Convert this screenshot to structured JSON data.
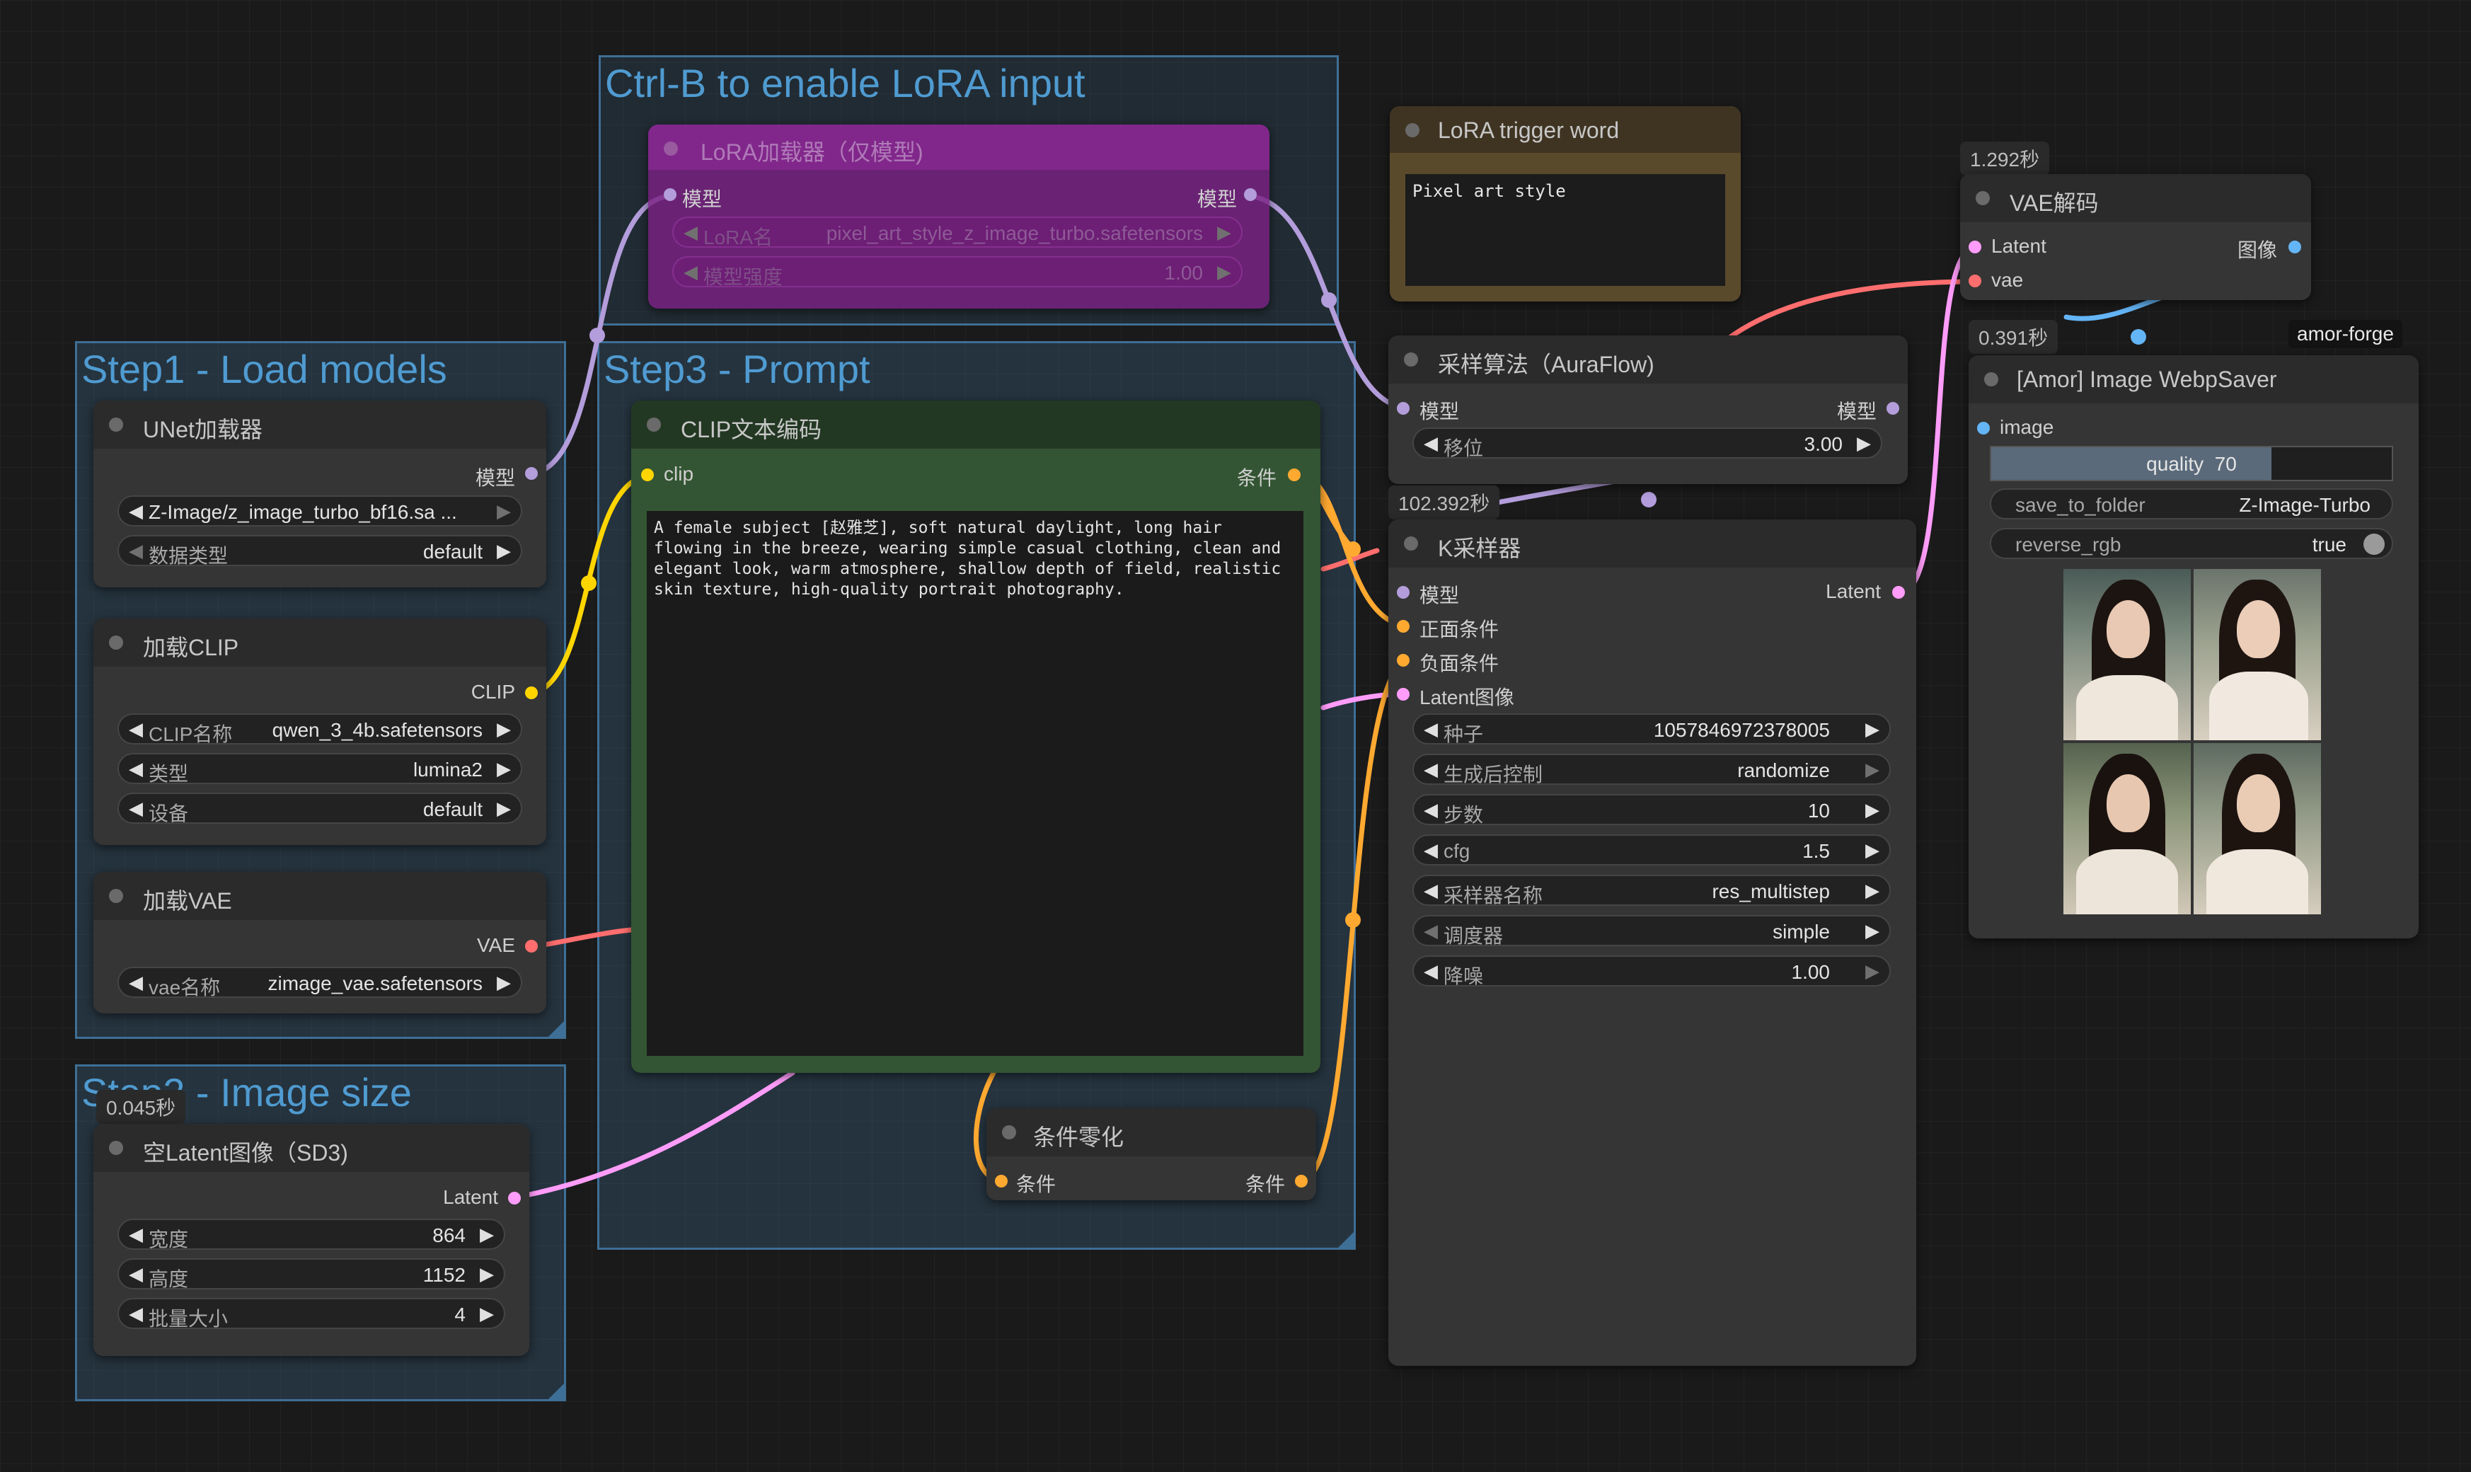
{
  "groups": {
    "lora": "Ctrl-B to enable LoRA input",
    "step1": "Step1 - Load models",
    "step3": "Step3 - Prompt",
    "step2": "Step2 - Image size"
  },
  "lora_node": {
    "title": "LoRA加载器（仅模型)",
    "in_model": "模型",
    "out_model": "模型",
    "lora_name_label": "LoRA名",
    "lora_name_value": "pixel_art_style_z_image_turbo.safetensors",
    "strength_label": "模型强度",
    "strength_value": "1.00"
  },
  "trigger_node": {
    "title": "LoRA trigger word",
    "text": "Pixel art style"
  },
  "unet_node": {
    "title": "UNet加载器",
    "out_model": "模型",
    "unet_name_value": "Z-Image/z_image_turbo_bf16.sa ...",
    "dtype_label": "数据类型",
    "dtype_value": "default"
  },
  "clip_loader_node": {
    "title": "加载CLIP",
    "out_clip": "CLIP",
    "clip_name_label": "CLIP名称",
    "clip_name_value": "qwen_3_4b.safetensors",
    "type_label": "类型",
    "type_value": "lumina2",
    "device_label": "设备",
    "device_value": "default"
  },
  "vae_loader_node": {
    "title": "加载VAE",
    "out_vae": "VAE",
    "vae_name_label": "vae名称",
    "vae_name_value": "zimage_vae.safetensors"
  },
  "latent_node": {
    "badge": "0.045秒",
    "title": "空Latent图像（SD3)",
    "out_latent": "Latent",
    "width_label": "宽度",
    "width_value": "864",
    "height_label": "高度",
    "height_value": "1152",
    "batch_label": "批量大小",
    "batch_value": "4"
  },
  "clip_text_node": {
    "title": "CLIP文本编码",
    "in_clip": "clip",
    "out_cond": "条件",
    "text": "A female subject [赵雅芝], soft natural daylight, long hair flowing in the breeze, wearing simple casual clothing, clean and elegant look, warm atmosphere, shallow depth of field, realistic skin texture, high-quality portrait photography."
  },
  "zero_node": {
    "title": "条件零化",
    "in_cond": "条件",
    "out_cond": "条件"
  },
  "sampling_node": {
    "title": "采样算法（AuraFlow)",
    "in_model": "模型",
    "out_model": "模型",
    "shift_label": "移位",
    "shift_value": "3.00"
  },
  "ksampler_node": {
    "badge": "102.392秒",
    "title": "K采样器",
    "in_model": "模型",
    "in_pos": "正面条件",
    "in_neg": "负面条件",
    "in_latent": "Latent图像",
    "out_latent": "Latent",
    "widgets": [
      {
        "label": "种子",
        "value": "1057846972378005"
      },
      {
        "label": "生成后控制",
        "value": "randomize"
      },
      {
        "label": "步数",
        "value": "10"
      },
      {
        "label": "cfg",
        "value": "1.5"
      },
      {
        "label": "采样器名称",
        "value": "res_multistep"
      },
      {
        "label": "调度器",
        "value": "simple"
      },
      {
        "label": "降噪",
        "value": "1.00"
      }
    ]
  },
  "vae_decode_node": {
    "badge": "1.292秒",
    "title": "VAE解码",
    "in_latent": "Latent",
    "in_vae": "vae",
    "out_image": "图像"
  },
  "saver_node": {
    "badge": "0.391秒",
    "tag": "amor-forge",
    "title": "[Amor] Image WebpSaver",
    "in_image": "image",
    "quality_label": "quality",
    "quality_value": "70",
    "quality_fraction": 0.7,
    "folder_label": "save_to_folder",
    "folder_value": "Z-Image-Turbo",
    "reverse_label": "reverse_rgb",
    "reverse_value": "true"
  },
  "colors": {
    "model": "#b39ddb",
    "clip": "#ffd500",
    "vae": "#ff6e6e",
    "latent": "#ff9cf9",
    "conditioning": "#ffa931",
    "image": "#64b5f6",
    "group": "#3e6f96"
  }
}
